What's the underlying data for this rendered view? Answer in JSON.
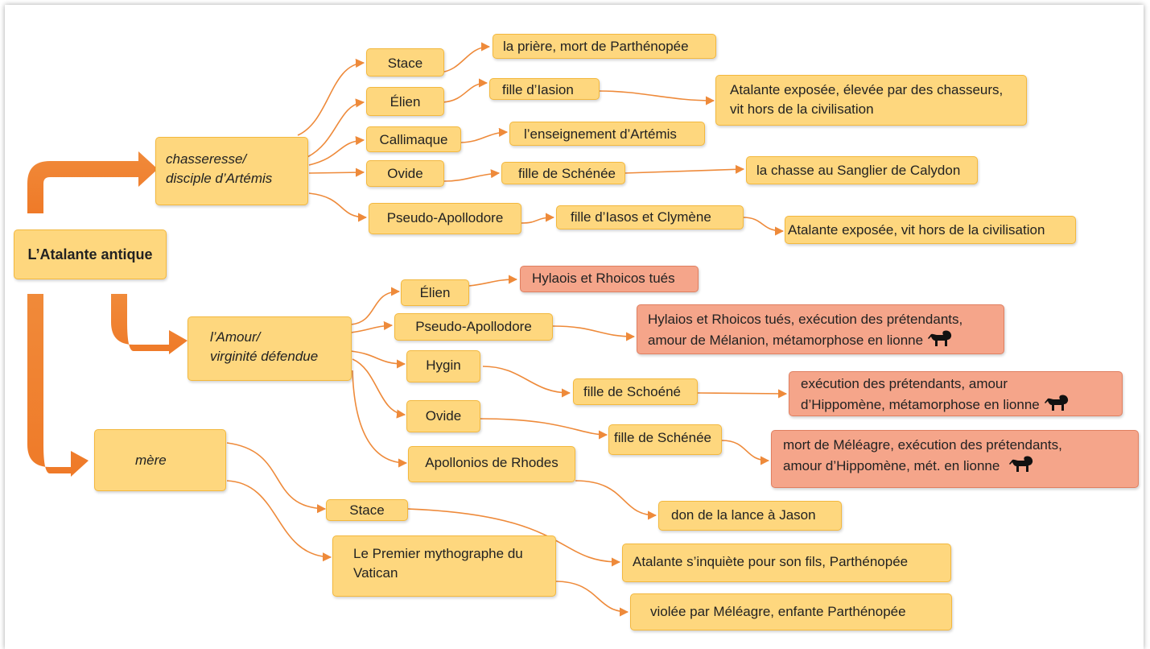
{
  "root": "L’Atalante antique",
  "branches": {
    "hunter": [
      "chasseresse/",
      "disciple d’Artémis"
    ],
    "love": [
      "l’Amour/",
      "virginité défendue"
    ],
    "mother": "mère"
  },
  "hunter_sources": {
    "stace": "Stace",
    "elien": "Élien",
    "callimaque": "Callimaque",
    "ovide": "Ovide",
    "pseudo": "Pseudo-Apollodore"
  },
  "hunter_facts": {
    "stace_f": "la prière, mort de Parthénopée",
    "elien_f1": "fille d’Iasion",
    "elien_f2": [
      "Atalante exposée, élevée par des chasseurs,",
      "vit hors de la civilisation"
    ],
    "calli_f": "l’enseignement d’Artémis",
    "ovide_f1": "fille de Schénée",
    "ovide_f2": "la chasse au Sanglier de Calydon",
    "pseudo_f1": "fille d’Iasos et Clymène",
    "pseudo_f2": "Atalante exposée, vit hors de la civilisation"
  },
  "love_sources": {
    "elien": "Élien",
    "pseudo": "Pseudo-Apollodore",
    "hygin": "Hygin",
    "ovide": "Ovide",
    "apollonios": "Apollonios de Rhodes"
  },
  "love_facts": {
    "elien_f": "Hylaois et Rhoicos tués",
    "pseudo_f": [
      "Hylaios et Rhoicos tués, exécution des prétendants,",
      "amour de Mélanion, métamorphose en lionne"
    ],
    "hygin_f1": "fille de Schoéné",
    "hygin_f2": [
      "exécution des prétendants, amour",
      "d’Hippomène, métamorphose en lionne"
    ],
    "ovide_f1": "fille de Schénée",
    "ovide_f2": [
      "mort de Méléagre, exécution des prétendants,",
      "amour d’Hippomène, mét. en lionne"
    ],
    "apollonios_f": "don de la lance à Jason"
  },
  "mother_sources": {
    "stace": "Stace",
    "vatican": [
      "Le Premier mythographe du",
      "Vatican"
    ]
  },
  "mother_facts": {
    "stace_f": "Atalante s’inquiète pour son fils, Parthénopée",
    "vatican_f": "violée par Méléagre, enfante Parthénopée"
  },
  "icons": [
    "lion-icon"
  ],
  "colors": {
    "node_fill": "#fed77e",
    "node_border": "#f3b83e",
    "red_fill": "#f5a58a",
    "arrow": "#ee8a3a",
    "big_arrow": "#ee7f2d"
  }
}
